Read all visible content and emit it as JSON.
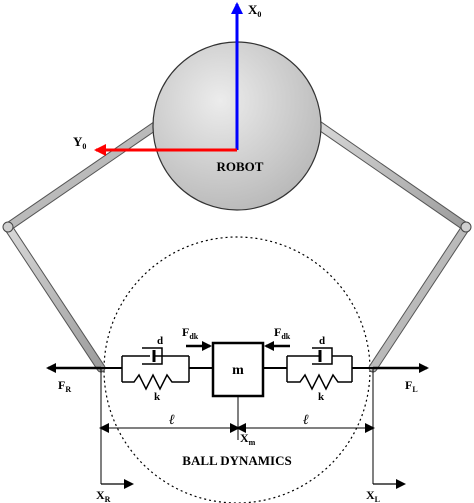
{
  "labels": {
    "robot": "ROBOT",
    "x0": "X",
    "x0_sub": "0",
    "y0": "Y",
    "y0_sub": "0",
    "mass": "m",
    "damper_left": "d",
    "damper_right": "d",
    "spring_left": "k",
    "spring_right": "k",
    "force_dk_left": "F",
    "force_dk_left_sub": "dk",
    "force_dk_right": "F",
    "force_dk_right_sub": "dk",
    "force_r": "F",
    "force_r_sub": "R",
    "force_l": "F",
    "force_l_sub": "L",
    "x_m": "X",
    "x_m_sub": "m",
    "x_r": "X",
    "x_r_sub": "R",
    "x_l": "X",
    "x_l_sub": "L",
    "length_left": "ℓ",
    "length_right": "ℓ",
    "ball_dynamics": "BALL DYNAMICS"
  },
  "colors": {
    "x_axis": "#0000ff",
    "y_axis": "#ff0000",
    "robot_fill_light": "#ececec",
    "robot_fill_dark": "#b8b8b8",
    "arm_fill": "#b4b4b4"
  }
}
